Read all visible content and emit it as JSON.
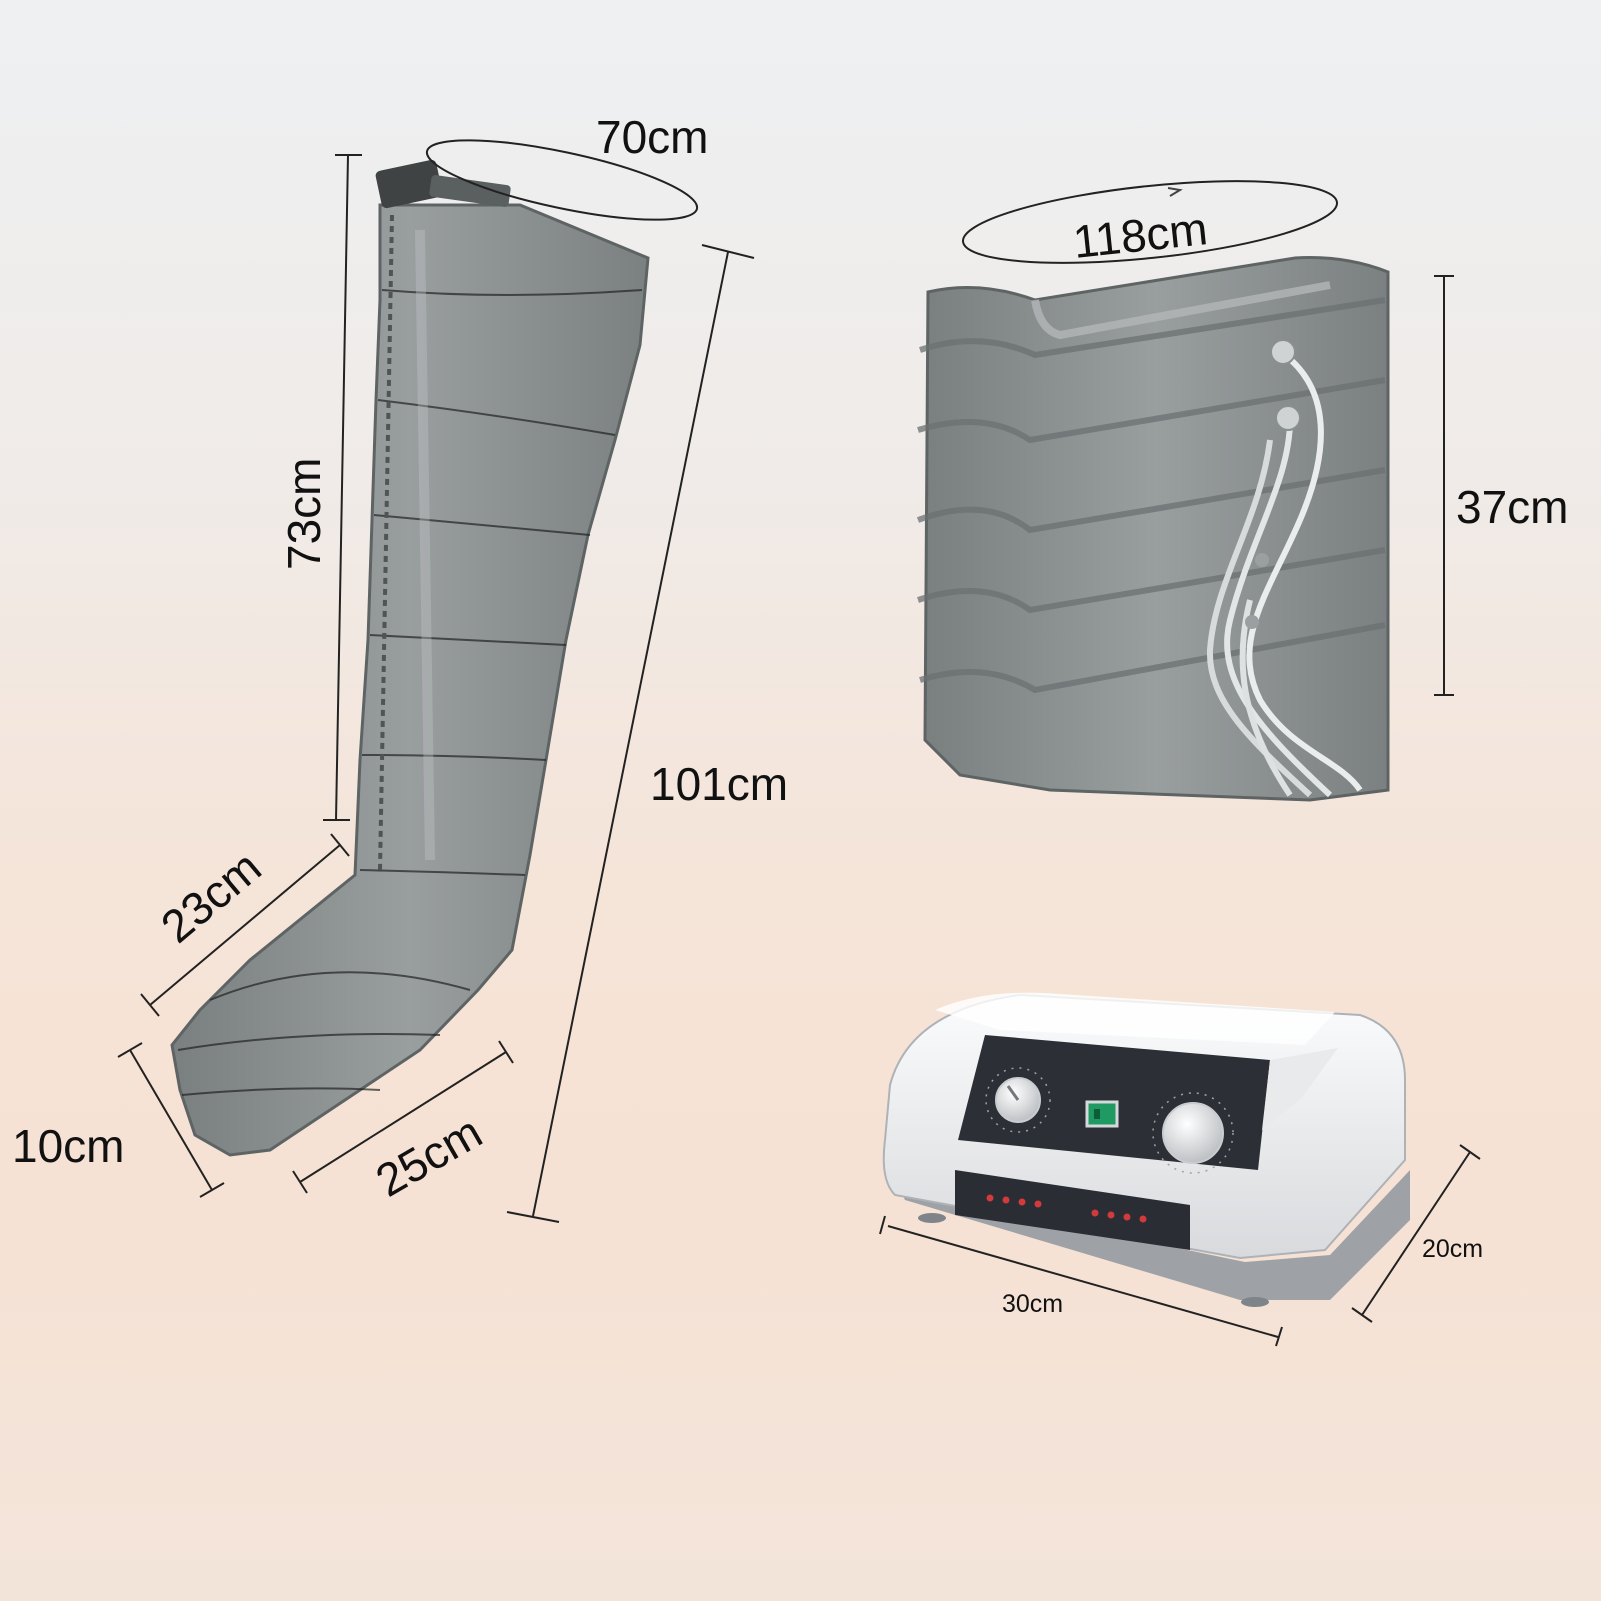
{
  "labels": {
    "leg_top_circumference": "70cm",
    "leg_upper_length": "73cm",
    "leg_total_length": "101cm",
    "leg_ankle": "23cm",
    "leg_foot_height": "10cm",
    "leg_foot_length": "25cm",
    "waist_circumference": "118cm",
    "waist_height": "37cm",
    "controller_depth": "20cm",
    "controller_width": "30cm"
  },
  "colors": {
    "cuff_gray": "#8c9191",
    "cuff_shadow": "#6f7474",
    "controller_white": "#f2f3f5",
    "panel_dark": "#2c2f35",
    "display_green": "#1f9a62"
  },
  "icons": {
    "left_knob": "timer-dial-icon",
    "right_knob": "pressure-dial-icon",
    "display": "power-switch-icon"
  }
}
